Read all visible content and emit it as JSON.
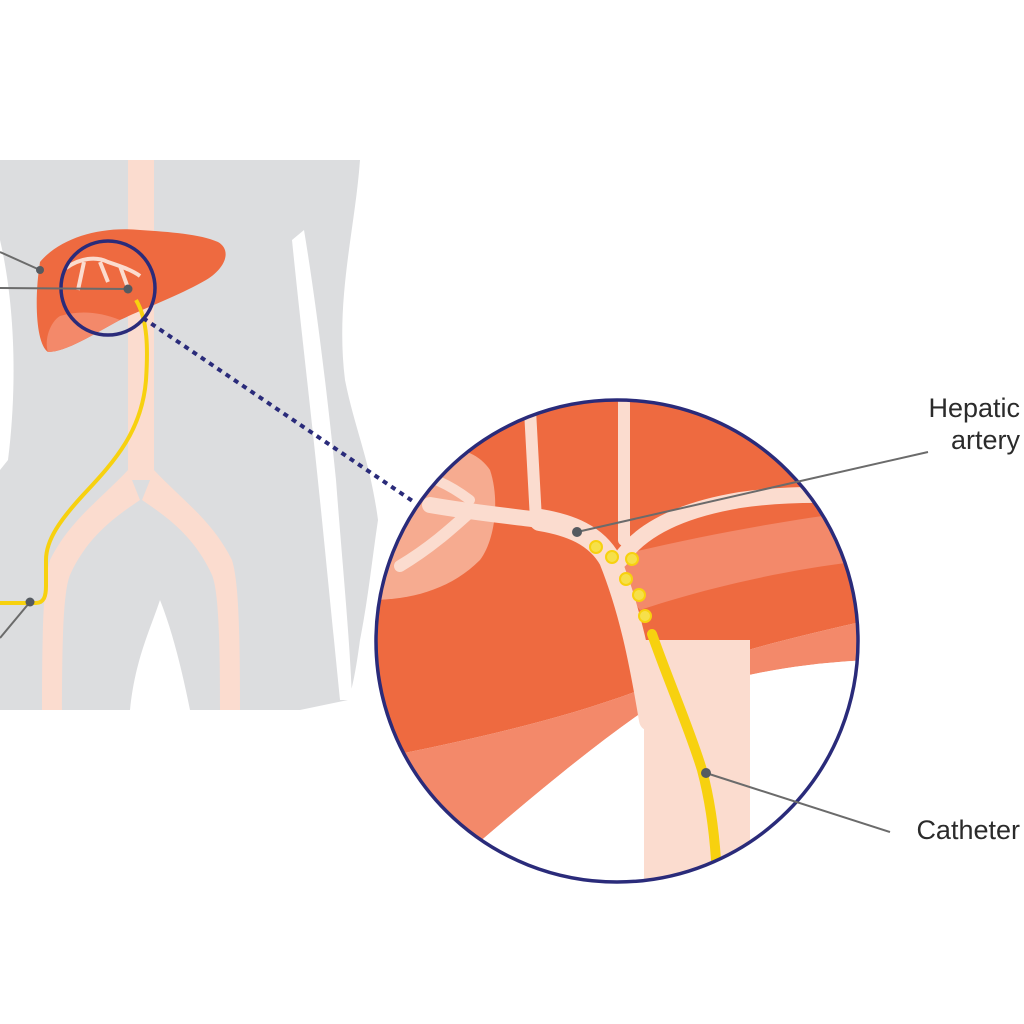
{
  "labels": {
    "hepatic_line1": "Hepatic",
    "hepatic_line2": "artery",
    "catheter": "Catheter"
  },
  "colors": {
    "body": "#dcdddf",
    "vessel": "#fbdccf",
    "liver_dark": "#ee6a40",
    "liver_light": "#f3896a",
    "liver_pale": "#f6ab90",
    "catheter": "#f7d10f",
    "particle": "#f6e04a",
    "ring": "#2a2b7a",
    "leader": "#6b6b6b",
    "dot": "#555a60"
  },
  "icons": [
    "body-silhouette",
    "liver-icon",
    "magnifier-circle",
    "catheter-line",
    "particle-beads"
  ]
}
